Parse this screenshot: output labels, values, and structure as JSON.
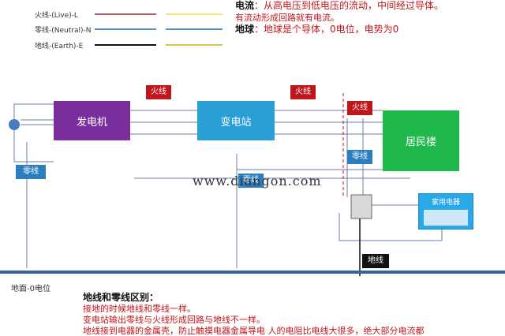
{
  "legend": [
    {
      "label": "火线-(Live)-L",
      "color": "#c25a6a"
    },
    {
      "label": "零线-(Neutral)-N",
      "color": "#5c8fc9"
    },
    {
      "label": "地线-(Earth)-E",
      "color": "#111111"
    }
  ],
  "legend_swatch_yellow": "#f0ec6a",
  "notes": {
    "current_title": "电流",
    "current_text": "：从高电压到低电压的流动，中间经过导体。",
    "current_text2": "有流动形成回路就有电流。",
    "earth_title": "地球",
    "earth_text": "：地球是个导体，0电位，电势为0"
  },
  "blocks": {
    "generator": "发电机",
    "substation": "变电站",
    "residence": "居民楼",
    "appliance": "家用电器"
  },
  "tags": {
    "live1": "火线",
    "live2": "火线",
    "live3": "火线",
    "neutral_left": "零线",
    "neutral_mid": "零线",
    "neutral_right": "零线",
    "ground": "地线"
  },
  "watermark": "www.diangon.com",
  "ground_label": "地面-0电位",
  "bottom": {
    "title": "地线和零线区别：",
    "line1": "接地的时候地线和零线一样。",
    "line2": "变电站输出零线与火线形成回路与地线不一样。",
    "line3": "地线接到电器的金属壳，防止触摸电器金属导电 人的电阻比电线大很多，绝大部分电流都"
  },
  "colors": {
    "generator": "#7a2e9c",
    "substation": "#2a9fd6",
    "residence": "#1fb84a",
    "appliance": "#29a9e8",
    "text_red": "#c0151b",
    "ground_line": "#3b5e9c"
  }
}
